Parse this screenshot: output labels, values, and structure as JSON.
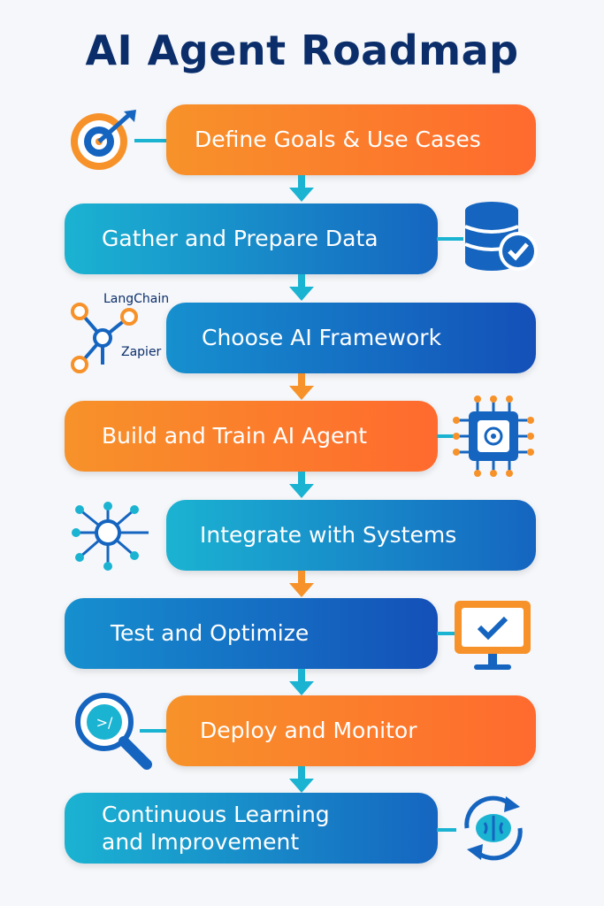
{
  "title": "AI Agent Roadmap",
  "steps": [
    {
      "label": "Define Goals & Use Cases",
      "icon": "target-icon"
    },
    {
      "label": "Gather and Prepare Data",
      "icon": "database-check-icon"
    },
    {
      "label": "Choose AI Framework",
      "icon": "framework-nodes-icon"
    },
    {
      "label": "Build and Train AI Agent",
      "icon": "chip-icon"
    },
    {
      "label": "Integrate with Systems",
      "icon": "network-hub-icon"
    },
    {
      "label": "Test and Optimize",
      "icon": "monitor-check-icon"
    },
    {
      "label": "Deploy and Monitor",
      "icon": "magnifier-icon"
    },
    {
      "label": "Continuous Learning and Improvement",
      "icon": "brain-cycle-icon"
    }
  ],
  "framework_labels": [
    "LangChain",
    "Zapier"
  ],
  "colors": {
    "orange": "#ff6a2e",
    "blue": "#1565c0",
    "cyan": "#1bb3d2",
    "navy": "#0b2e6b"
  }
}
